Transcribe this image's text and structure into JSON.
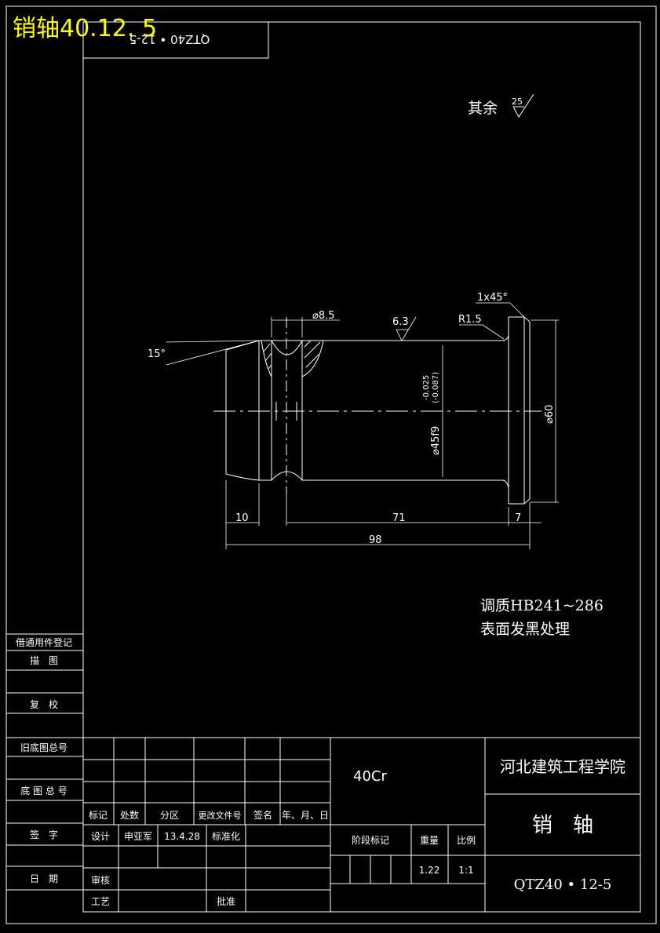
{
  "overlay_title": "销轴40.12.  5",
  "title_box_code": "QTZ40 • 12-5",
  "roughness": {
    "label": "其余",
    "value": "25"
  },
  "dims": {
    "hole_dia": "⌀8.5",
    "chamfer": "1x45°",
    "fillet": "R1.5",
    "roughness_local": "6.3",
    "angle": "15°",
    "shaft_dia": "⌀45f9",
    "shaft_tol_upper": "-0.025",
    "shaft_tol_lower": "(-0.087)",
    "head_dia": "⌀60",
    "len_10": "10",
    "len_71": "71",
    "len_7": "7",
    "len_98": "98"
  },
  "notes": [
    "调质HB241~286",
    "表面发黑处理"
  ],
  "left_column": {
    "register": "借通用件登记",
    "draw": "描　图",
    "check": "复　校",
    "old_no": "旧底图总号",
    "base_no": "底 图 总 号",
    "sign": "签　字",
    "date": "日　期"
  },
  "titleblock": {
    "material": "40Cr",
    "school": "河北建筑工程学院",
    "part_name": "销　轴",
    "drawing_no": "QTZ40 • 12-5",
    "headers": [
      "标记",
      "处数",
      "分区",
      "更改文件号",
      "签名",
      "年、月、日"
    ],
    "design_label": "设计",
    "designer": "申亚军",
    "design_date": "13.4.28",
    "standard_label": "标准化",
    "review_label": "审核",
    "process_label": "工艺",
    "approve_label": "批准",
    "stage_label": "阶段标记",
    "weight_label": "重量",
    "scale_label": "比例",
    "weight": "1.22",
    "scale": "1:1"
  }
}
